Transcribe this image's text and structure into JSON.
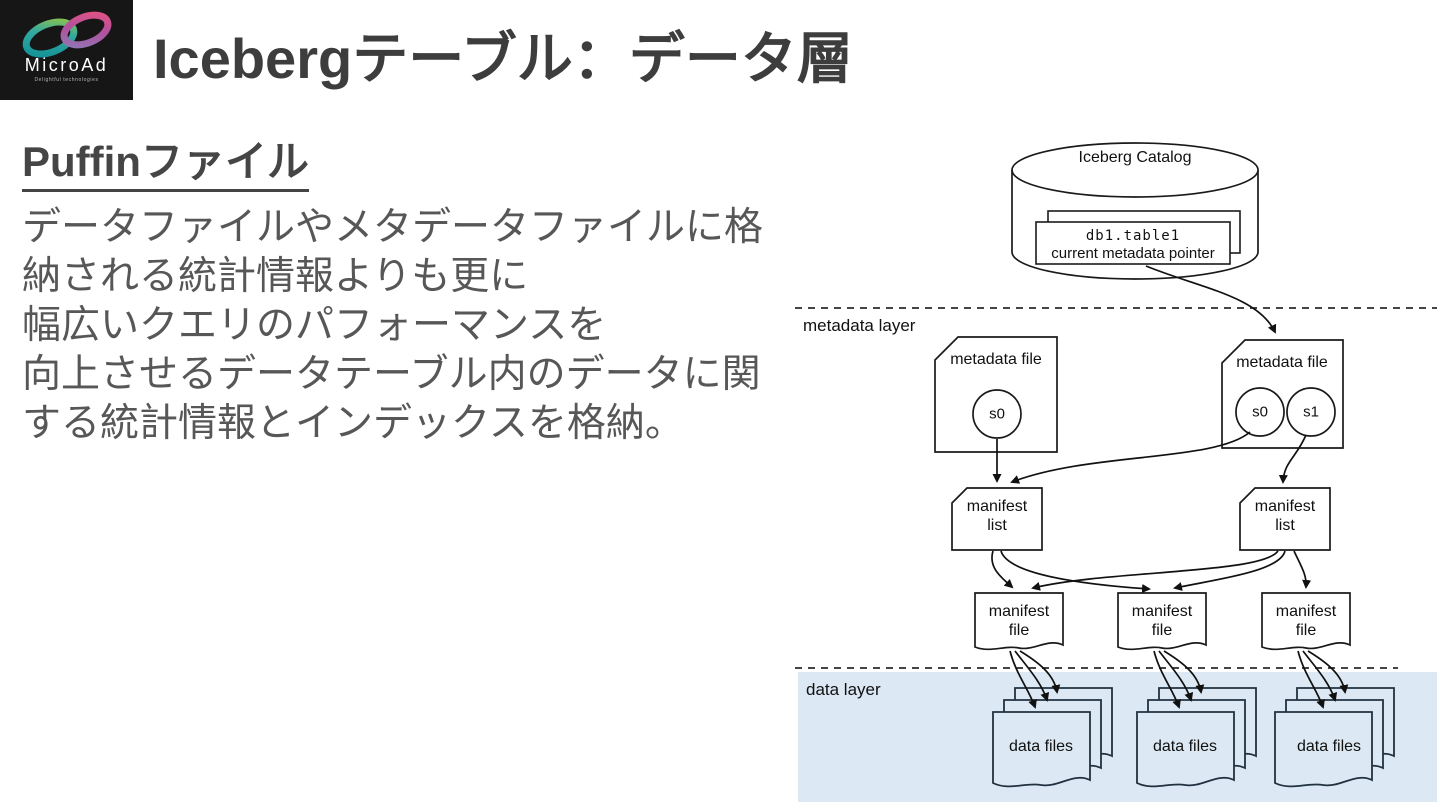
{
  "logo": {
    "brand": "MicroAd",
    "tagline": "Delightful technologies"
  },
  "header": {
    "title": "Icebergテーブル：データ層"
  },
  "content": {
    "heading": "Puffinファイル",
    "body_lines": [
      "データファイルやメタデータファイルに格",
      "納される統計情報よりも更に",
      "幅広いクエリのパフォーマンスを",
      "向上させるデータテーブル内のデータに関",
      "する統計情報とインデックスを格納。"
    ]
  },
  "diagram": {
    "catalog": {
      "label": "Iceberg Catalog",
      "table_ref": "db1.table1",
      "pointer": "current metadata pointer"
    },
    "layers": {
      "metadata": "metadata layer",
      "data": "data layer"
    },
    "metadata_file_label": "metadata file",
    "manifest_list": {
      "line1": "manifest",
      "line2": "list"
    },
    "manifest_file": {
      "line1": "manifest",
      "line2": "file"
    },
    "data_files_label": "data files",
    "snapshots": {
      "s0": "s0",
      "s1": "s1"
    },
    "colors": {
      "data_layer_bg": "#dce8f4",
      "line": "#1a1a1a",
      "doc_stroke": "#22313f"
    }
  }
}
